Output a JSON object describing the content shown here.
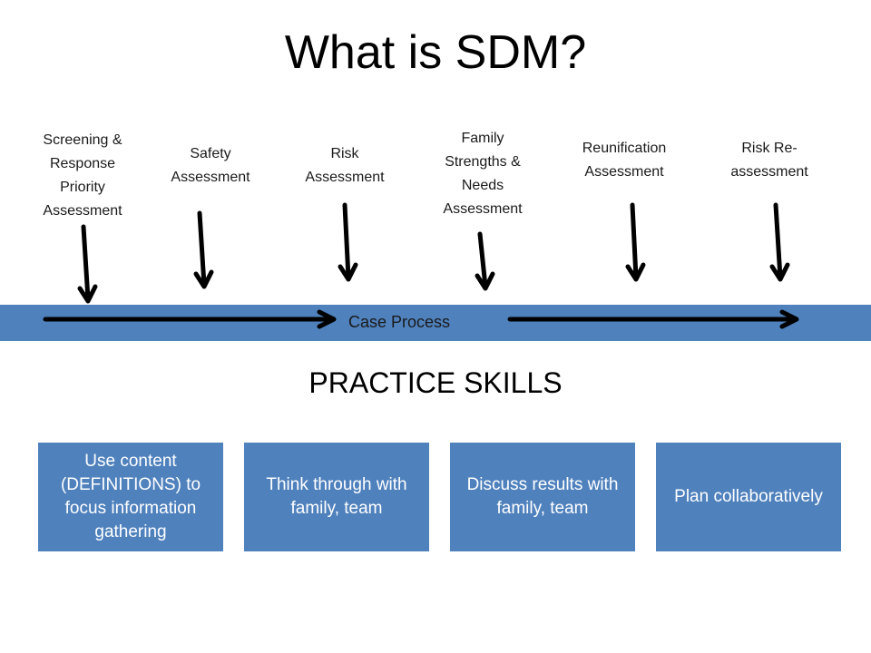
{
  "title": "What is SDM?",
  "assessments": [
    "Screening & Response Priority Assessment",
    "Safety Assessment",
    "Risk Assessment",
    "Family Strengths & Needs Assessment",
    "Reunification Assessment",
    "Risk Re-assessment"
  ],
  "case_process_label": "Case Process",
  "section_title": "PRACTICE SKILLS",
  "skills": [
    "Use content (DEFINITIONS) to focus information gathering",
    "Think through with family, team",
    "Discuss results with family, team",
    "Plan collaboratively"
  ],
  "colors": {
    "band": "#4f81bd",
    "box": "#4f81bd",
    "arrow": "#000000"
  }
}
